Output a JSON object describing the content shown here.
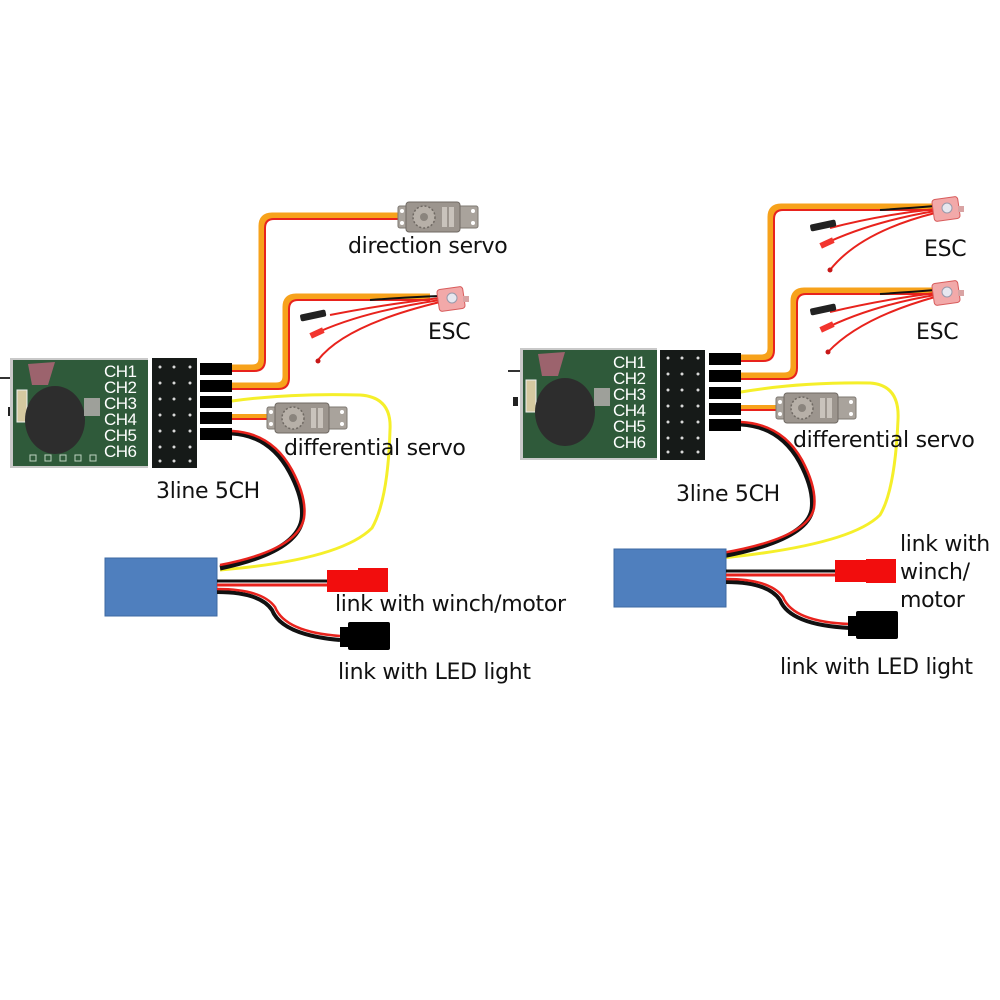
{
  "colors": {
    "signal_orange": "#f7a21b",
    "wire_red": "#e8231d",
    "wire_black": "#111111",
    "wire_yellow": "#f5ef2a",
    "module_blue": "#4f7fbe",
    "board_green": "#2f5a3a",
    "connector_red": "#f20d0d",
    "connector_black": "#000000"
  },
  "diagrams": [
    {
      "id": "left",
      "receiver": {
        "channels": [
          "CH1",
          "CH2",
          "CH3",
          "CH4",
          "CH5",
          "CH6"
        ]
      },
      "labels": {
        "top_device": "direction servo",
        "second_device": "ESC",
        "differential": "differential servo",
        "module": "3line 5CH",
        "winch": "link with winch/motor",
        "led": "link with LED light"
      }
    },
    {
      "id": "right",
      "receiver": {
        "channels": [
          "CH1",
          "CH2",
          "CH3",
          "CH4",
          "CH5",
          "CH6"
        ]
      },
      "labels": {
        "top_device": "ESC",
        "second_device": "ESC",
        "differential": "differential servo",
        "module": "3line  5CH",
        "winch_line1": "link with",
        "winch_line2": "winch/",
        "winch_line3": "motor",
        "led": "link with LED light"
      }
    }
  ]
}
